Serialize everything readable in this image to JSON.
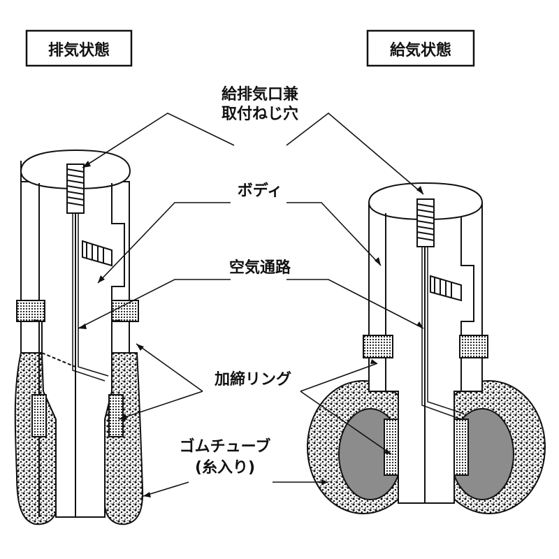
{
  "titles": {
    "exhaust": "排気状態",
    "intake": "給気状態"
  },
  "labels": {
    "port_line1": "給排気口兼",
    "port_line2": "取付ねじ穴",
    "body": "ボディ",
    "air_passage": "空気通路",
    "crimp_ring": "加締リング",
    "rubber_tube_line1": "ゴムチューブ",
    "rubber_tube_line2": "(糸入り)"
  },
  "colors": {
    "ink": "#111111",
    "paper": "#ffffff",
    "shade": "#8c8c8c"
  }
}
